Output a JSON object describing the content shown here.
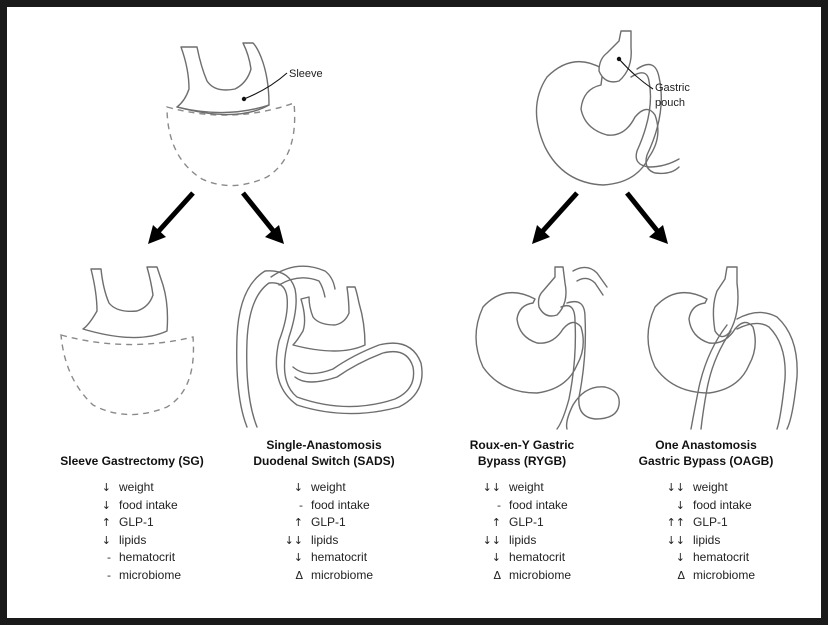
{
  "callouts": {
    "sleeve": "Sleeve",
    "gastric_pouch_line1": "Gastric",
    "gastric_pouch_line2": "pouch"
  },
  "procedures": [
    {
      "title_line1": "",
      "title_line2": "Sleeve Gastrectomy (SG)",
      "effects": [
        {
          "symbol": "↓",
          "label": "weight"
        },
        {
          "symbol": "↓",
          "label": "food intake"
        },
        {
          "symbol": "↑",
          "label": "GLP-1"
        },
        {
          "symbol": "↓",
          "label": "lipids"
        },
        {
          "symbol": "-",
          "label": "hematocrit"
        },
        {
          "symbol": "-",
          "label": "microbiome"
        }
      ]
    },
    {
      "title_line1": "Single-Anastomosis",
      "title_line2": "Duodenal Switch (SADS)",
      "effects": [
        {
          "symbol": "↓",
          "label": "weight"
        },
        {
          "symbol": "-",
          "label": "food intake"
        },
        {
          "symbol": "↑",
          "label": "GLP-1"
        },
        {
          "symbol": "↓↓",
          "label": "lipids"
        },
        {
          "symbol": "↓",
          "label": "hematocrit"
        },
        {
          "symbol": "Δ",
          "label": "microbiome"
        }
      ]
    },
    {
      "title_line1": "Roux-en-Y Gastric",
      "title_line2": "Bypass (RYGB)",
      "effects": [
        {
          "symbol": "↓↓",
          "label": "weight"
        },
        {
          "symbol": "-",
          "label": "food intake"
        },
        {
          "symbol": "↑",
          "label": "GLP-1"
        },
        {
          "symbol": "↓↓",
          "label": "lipids"
        },
        {
          "symbol": "↓",
          "label": "hematocrit"
        },
        {
          "symbol": "Δ",
          "label": "microbiome"
        }
      ]
    },
    {
      "title_line1": "One Anastomosis",
      "title_line2": "Gastric Bypass (OAGB)",
      "effects": [
        {
          "symbol": "↓↓",
          "label": "weight"
        },
        {
          "symbol": "↓",
          "label": "food intake"
        },
        {
          "symbol": "↑↑",
          "label": "GLP-1"
        },
        {
          "symbol": "↓↓",
          "label": "lipids"
        },
        {
          "symbol": "↓",
          "label": "hematocrit"
        },
        {
          "symbol": "Δ",
          "label": "microbiome"
        }
      ]
    }
  ]
}
